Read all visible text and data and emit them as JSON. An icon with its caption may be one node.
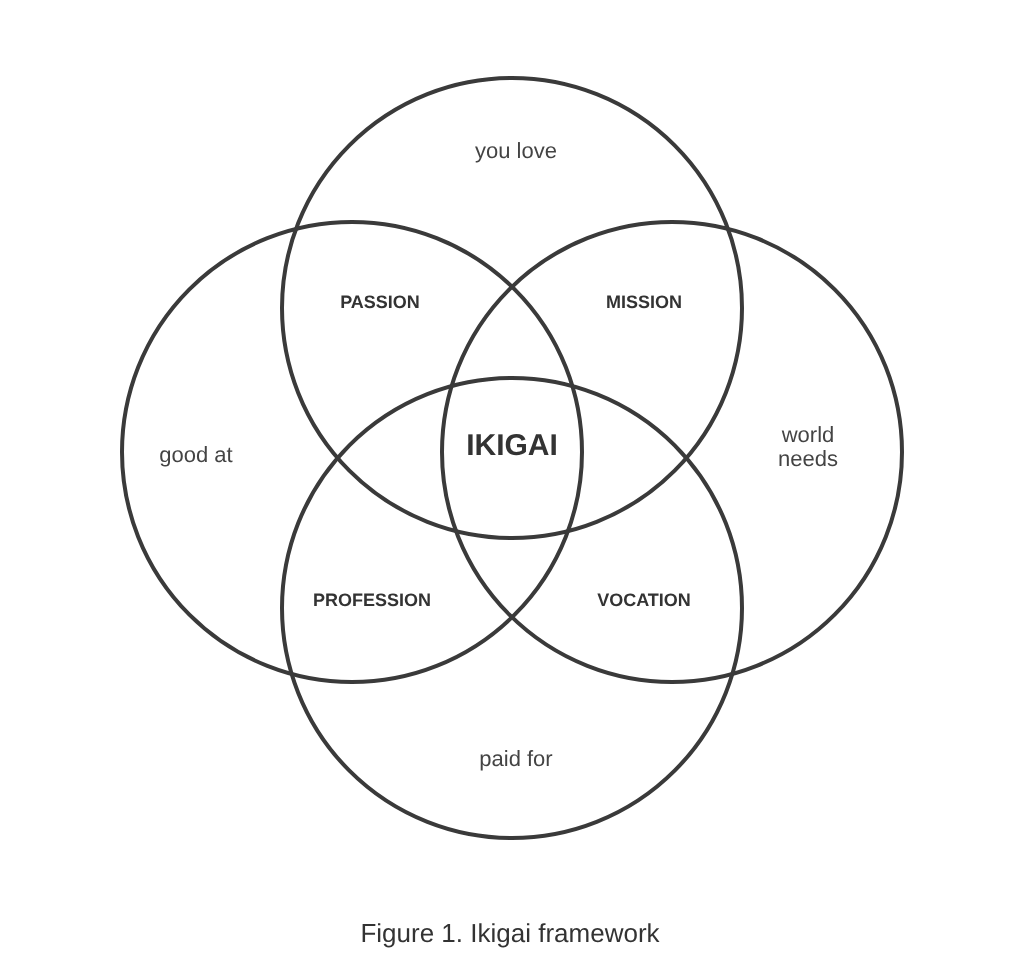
{
  "diagram": {
    "caption": "Figure 1. Ikigai framework",
    "nodes": [
      {
        "text": [
          "you love"
        ]
      },
      {
        "text": [
          "good at"
        ]
      },
      {
        "text": [
          "world needs"
        ]
      },
      {
        "text": [
          "paid for"
        ]
      }
    ],
    "labels": [
      "PASSION",
      "MISSION",
      "IKIGAI",
      "PROFESSION",
      "VOCATION"
    ]
  }
}
